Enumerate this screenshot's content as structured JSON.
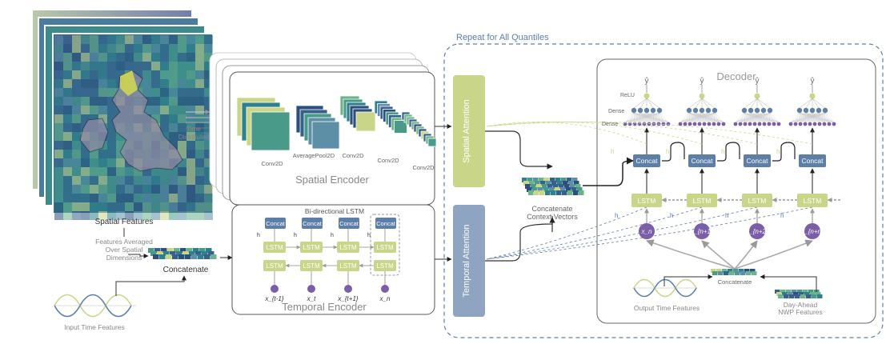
{
  "colors": {
    "lstm": "#c9d68a",
    "concat": "#5d7ea6",
    "node": "#7b5ea7",
    "spatial_attention": "#c9d68a",
    "temporal_attention": "#8fa4c1",
    "dashed_frame": "#5d7ea6",
    "map_sea": "#2f6f8e",
    "map_land": "#6b6e8a"
  },
  "spatial_features": {
    "label": "Spatial Features",
    "note_lines": [
      "Features Averaged",
      "Over Spatial",
      "Dimensions"
    ]
  },
  "input_time": {
    "label": "Input Time Features"
  },
  "concatenate_left": {
    "label": "Concatenate"
  },
  "time_distributed": {
    "lines": [
      "Time",
      "Distributed"
    ]
  },
  "spatial_encoder": {
    "title": "Spatial Encoder",
    "layers": [
      "Conv2D",
      "AveragePool2D",
      "Conv2D",
      "Conv2D",
      "Conv2D"
    ]
  },
  "temporal_encoder": {
    "title": "Temporal Encoder",
    "subtitle": "Bi-directional LSTM",
    "lstm": "LSTM",
    "concat": "Concat",
    "h": "h",
    "inputs": [
      "x_{t-1}",
      "x_t",
      "x_{t+1}",
      "x_n"
    ]
  },
  "repeat": {
    "label": "Repeat for All Quantiles"
  },
  "spatial_attention": {
    "label": "Spatial Attention"
  },
  "temporal_attention": {
    "label": "Temporal Attention"
  },
  "context": {
    "lines": [
      "Concatenate",
      "Context Vectors"
    ]
  },
  "decoder": {
    "title": "Decoder",
    "relu": "ReLU",
    "dense": "Dense",
    "output": "ŷ",
    "lstm": "LSTM",
    "concat": "Concat",
    "h": "h",
    "inputs": [
      "x_n",
      "x_{n+1}",
      "x_{n+2}",
      "x_{n+n}"
    ],
    "concatenate": "Concatenate",
    "output_time": "Output Time Features",
    "nwp_lines": [
      "Day-Ahead",
      "NWP Features"
    ]
  }
}
